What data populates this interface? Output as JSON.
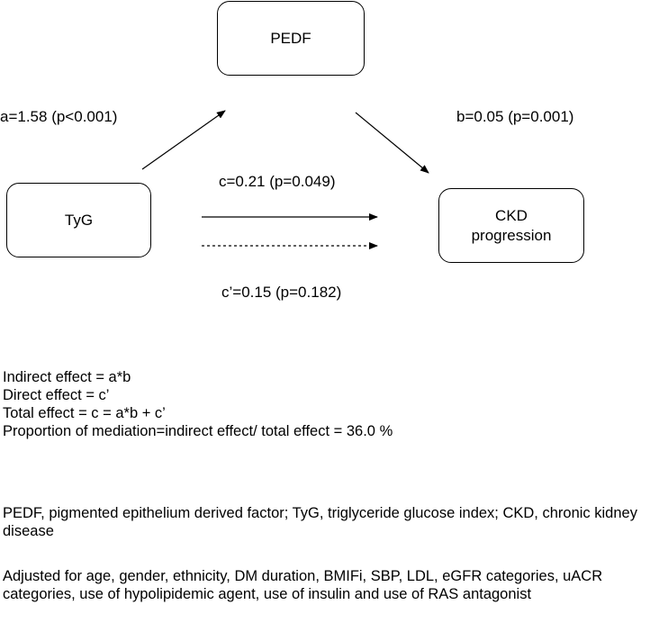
{
  "nodes": {
    "pedf": "PEDF",
    "tyg": "TyG",
    "ckd_line1": "CKD",
    "ckd_line2": "progression"
  },
  "paths": {
    "a": "a=1.58 (p<0.001)",
    "b": "b=0.05 (p=0.001)",
    "c": "c=0.21 (p=0.049)",
    "c_prime": "c’=0.15 (p=0.182)"
  },
  "effects": {
    "indirect": "Indirect effect = a*b",
    "direct": "Direct effect = c’",
    "total": "Total effect = c = a*b + c’",
    "proportion": "Proportion of mediation=indirect effect/ total effect = 36.0 %"
  },
  "abbreviations": "PEDF, pigmented epithelium derived factor; TyG, triglyceride glucose index; CKD, chronic kidney disease",
  "adjusted": "Adjusted for age, gender, ethnicity, DM duration, BMIFi, SBP, LDL, eGFR categories, uACR categories, use of hypolipidemic agent, use of insulin and use of RAS antagonist"
}
